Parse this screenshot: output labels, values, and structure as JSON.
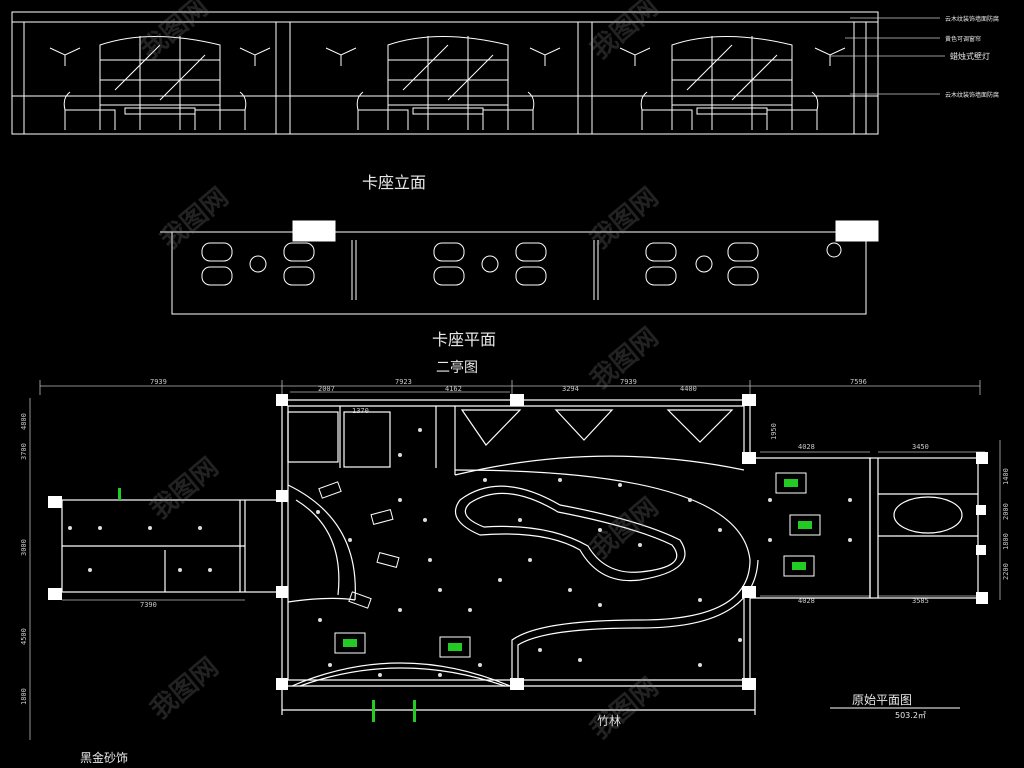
{
  "elevation": {
    "title": "卡座立面",
    "callouts": [
      "云木纹装饰墙面防腐",
      "黄色可调窗帘",
      "蜡烛式壁灯",
      "云木纹装饰墙面防腐"
    ]
  },
  "seat_plan": {
    "title": "卡座平面"
  },
  "floor_plan": {
    "cut_title": "二亭图",
    "top_dims": [
      "7939",
      "2007",
      "7923",
      "4162",
      "3294",
      "7939",
      "4400",
      "7596"
    ],
    "small_dims": [
      "1370",
      "4028",
      "3450",
      "4028",
      "3585",
      "7390"
    ],
    "left_dims": [
      "3700",
      "3000",
      "4500",
      "4800",
      "1800"
    ],
    "right_dims": [
      "1400",
      "2000",
      "1800",
      "2200",
      "1950"
    ],
    "bottom_label": "竹林",
    "plan_title": "原始平面图",
    "plan_area": "503.2㎡"
  },
  "footer": {
    "note": "黑金砂饰"
  },
  "watermark": {
    "text": "我图网"
  },
  "colors": {
    "background": "#000000",
    "line": "#ffffff",
    "accent": "#22cc22"
  }
}
